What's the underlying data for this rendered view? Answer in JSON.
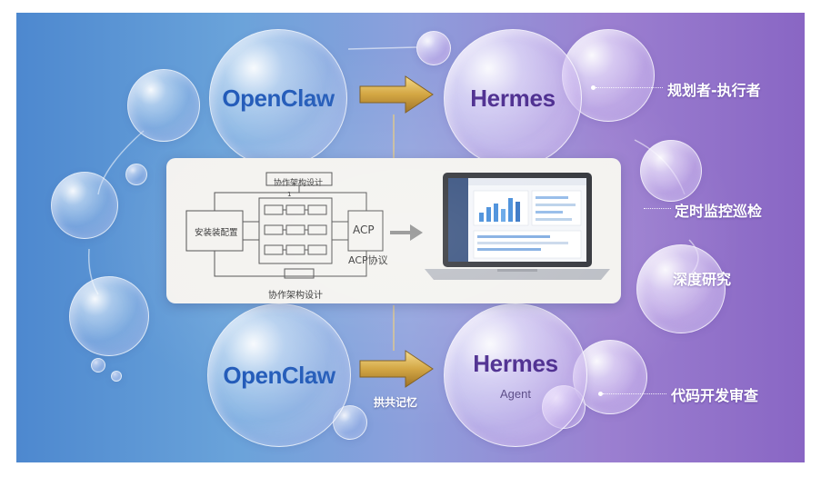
{
  "top_row": {
    "source": "OpenClaw",
    "target": "Hermes"
  },
  "bottom_row": {
    "source": "OpenClaw",
    "target": "Hermes",
    "target_subtitle": "Agent",
    "shared_memory": "拱共记忆"
  },
  "side_features": [
    "规划者-执行者",
    "定时监控巡检",
    "深度研究",
    "代码开发审查"
  ],
  "architecture_diagram": {
    "top_label": "协作架构设计",
    "bottom_label": "协作架构设计",
    "left_box": "安装装配置",
    "center_tag": "1",
    "right_box": "ACP",
    "right_caption": "ACP协议"
  },
  "colors": {
    "openclaw_text": "#2059b8",
    "hermes_text": "#4a2a8e",
    "arrow_gold": "#d1a23a"
  }
}
